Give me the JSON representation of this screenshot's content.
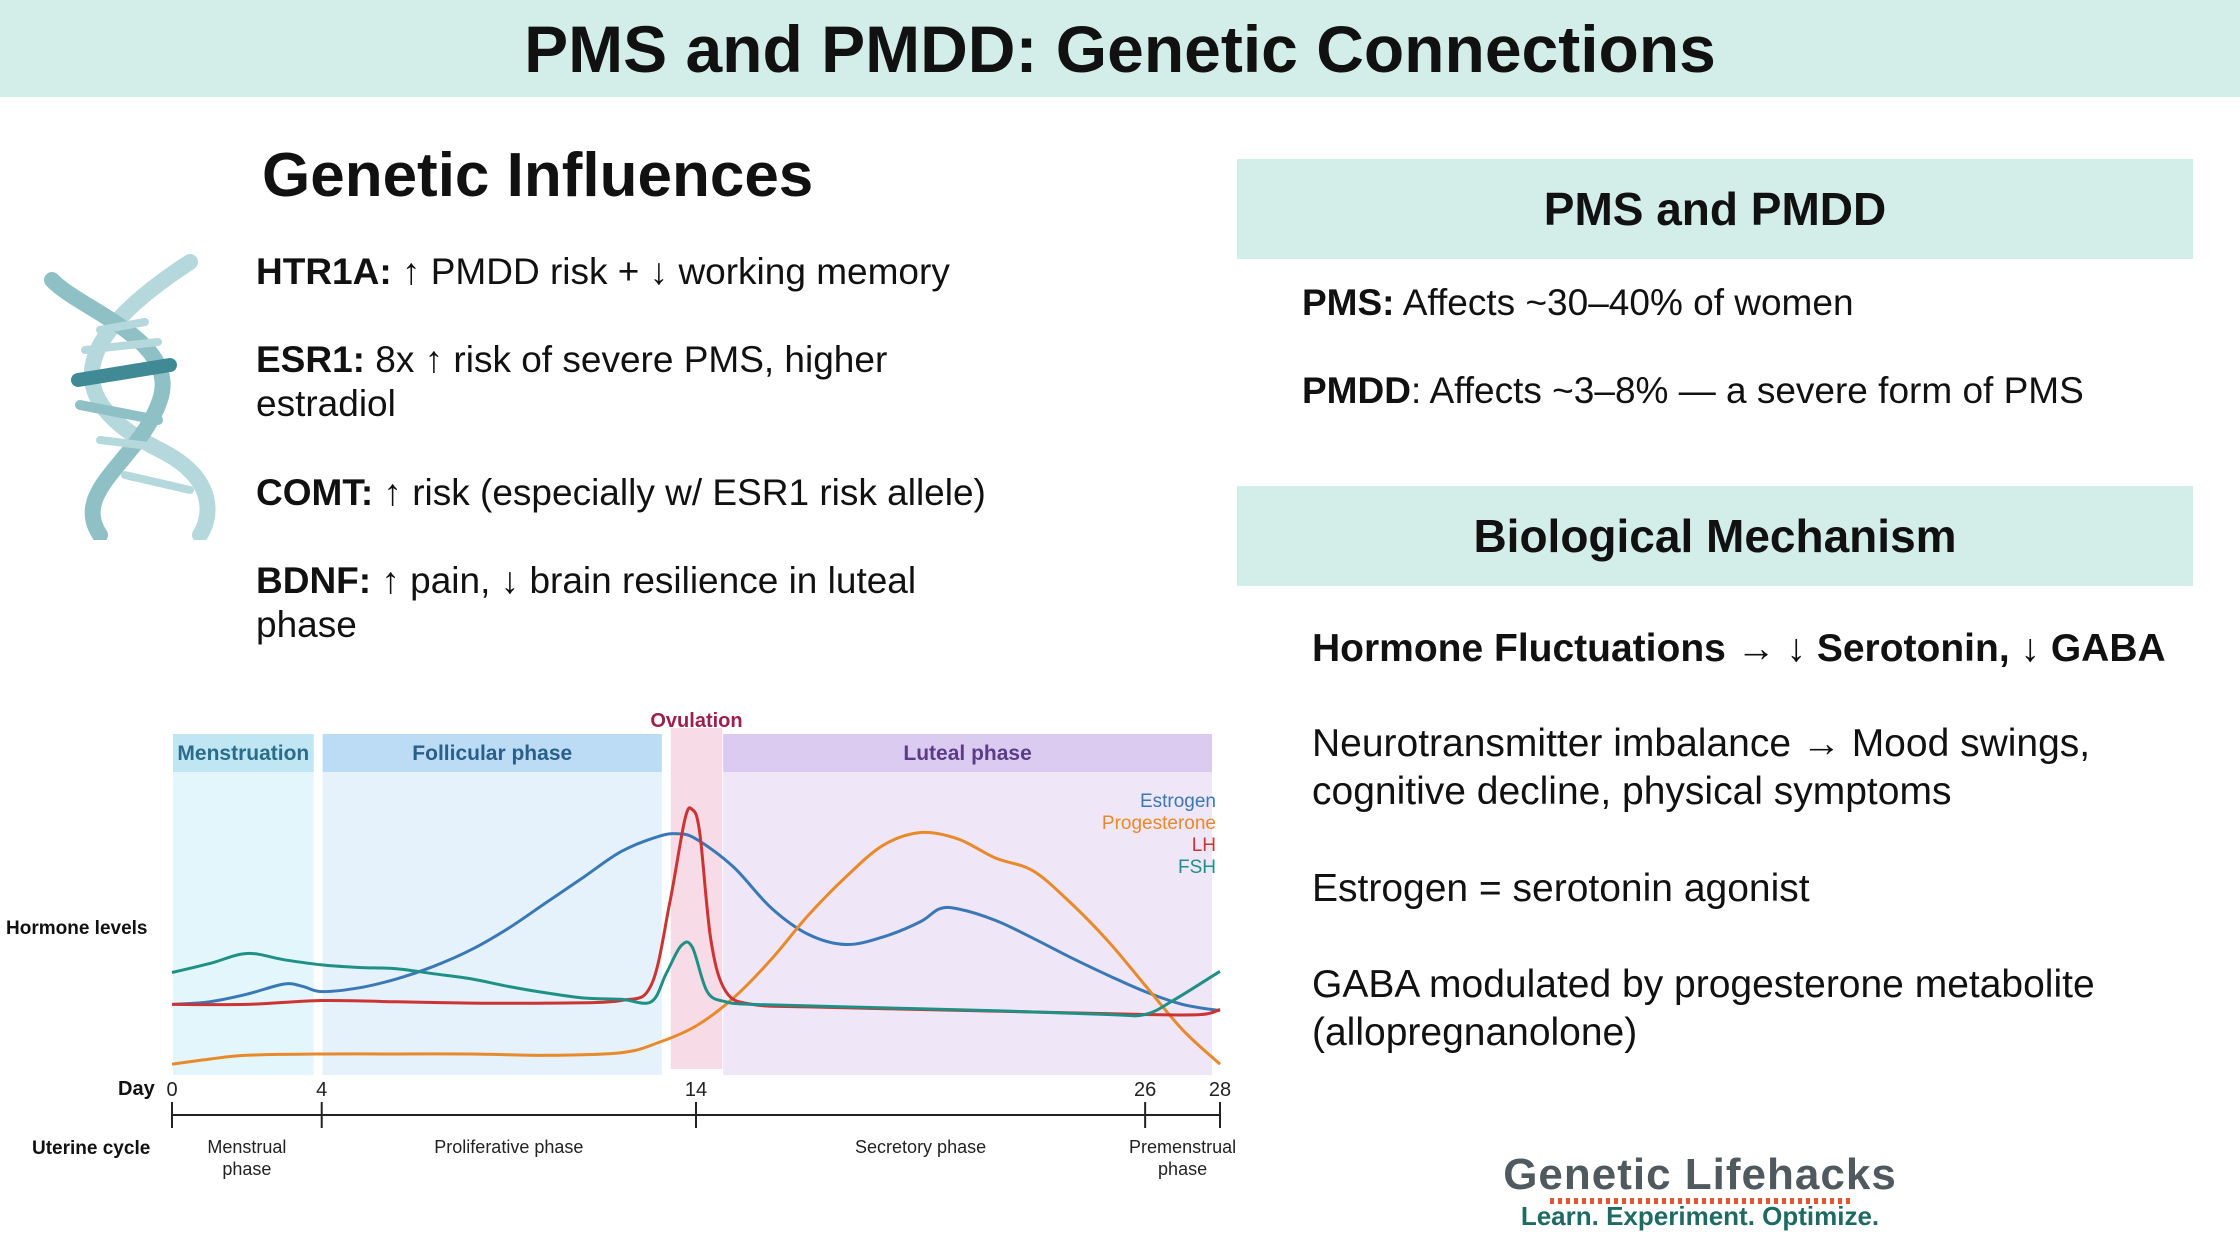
{
  "title": "PMS and PMDD: Genetic Connections",
  "genetic": {
    "title": "Genetic Influences",
    "genes": [
      {
        "name": "HTR1A:",
        "text": " ↑ PMDD risk + ↓ working memory"
      },
      {
        "name": "ESR1:",
        "text": " 8x ↑ risk of severe PMS, higher estradiol"
      },
      {
        "name": "COMT:",
        "text": " ↑ risk (especially w/ ESR1 risk allele)"
      },
      {
        "name": "BDNF:",
        "text": " ↑ pain, ↓ brain resilience in luteal phase"
      }
    ],
    "icon": "dna-helix-icon"
  },
  "pms": {
    "title": "PMS and PMDD",
    "lines": [
      {
        "name": "PMS:",
        "text": " Affects ~30–40% of women"
      },
      {
        "name": "PMDD",
        "text": ": Affects ~3–8% — a severe form of PMS"
      }
    ]
  },
  "mechanism": {
    "title": "Biological Mechanism",
    "lines": [
      "Hormone Fluctuations → ↓ Serotonin, ↓ GABA",
      "Neurotransmitter imbalance → Mood swings, cognitive decline, physical symptoms",
      "Estrogen = serotonin agonist",
      "GABA modulated by progesterone metabolite (allopregnanolone)"
    ]
  },
  "logo": {
    "line1": "Genetic Lifehacks",
    "line2": "Learn. Experiment. Optimize."
  },
  "chart_data": {
    "type": "line",
    "ylabel": "Hormone levels",
    "xlabel": "Day",
    "xlim": [
      0,
      28
    ],
    "xticks": [
      0,
      4,
      14,
      26,
      28
    ],
    "phases": [
      {
        "label": "Menstruation",
        "start": 0,
        "end": 4,
        "color": "#e3f6fb",
        "header": "#bfe6f2",
        "text_color": "#2a6c8a"
      },
      {
        "label": "Follicular phase",
        "start": 4,
        "end": 13.3,
        "color": "#e5f1fb",
        "header": "#bcdcf5",
        "text_color": "#2a5f8a"
      },
      {
        "label": "Ovulation",
        "start": 13.3,
        "end": 14.7,
        "color": "#f7dbe6",
        "header": "#f2c6d6",
        "text_color": "#a01f4a"
      },
      {
        "label": "Luteal phase",
        "start": 14.7,
        "end": 28,
        "color": "#efe6f7",
        "header": "#dccbf0",
        "text_color": "#5b3c86"
      }
    ],
    "uterine_cycle_label": "Uterine cycle",
    "uterine_phases": [
      {
        "label": "Menstrual phase",
        "start": 0,
        "end": 4
      },
      {
        "label": "Proliferative phase",
        "start": 4,
        "end": 14
      },
      {
        "label": "Secretory phase",
        "start": 14,
        "end": 26
      },
      {
        "label": "Premenstrual phase",
        "start": 26,
        "end": 28
      }
    ],
    "series": [
      {
        "name": "Estrogen",
        "color": "#3a78b5",
        "x": [
          0,
          1,
          2,
          3,
          3.5,
          4,
          5,
          6,
          7,
          8,
          9,
          10,
          11,
          12,
          13,
          13.5,
          14,
          15,
          16,
          17,
          18,
          19,
          20,
          20.5,
          21,
          22,
          23,
          24,
          25,
          26,
          27,
          28
        ],
        "y": [
          5,
          5.2,
          5.8,
          6.6,
          6.4,
          6,
          6.3,
          7,
          8,
          9.3,
          11,
          13,
          15,
          17,
          18.2,
          18.4,
          18,
          15.8,
          12.6,
          10.5,
          9.7,
          10.3,
          11.5,
          12.5,
          12.5,
          11.6,
          10.2,
          8.7,
          7.3,
          6,
          5,
          4.5
        ]
      },
      {
        "name": "Progesterone",
        "color": "#e8892a",
        "x": [
          0,
          1,
          2,
          4,
          6,
          8,
          10,
          12,
          13,
          14,
          15,
          16,
          17,
          18,
          19,
          20,
          21,
          22,
          23,
          24,
          25,
          26,
          27,
          28
        ],
        "y": [
          0.3,
          0.7,
          1,
          1.1,
          1.1,
          1.1,
          1,
          1.2,
          2,
          3.3,
          5.5,
          8.5,
          12,
          15,
          17.5,
          18.5,
          18,
          16.5,
          15.5,
          13,
          10,
          6.5,
          3,
          0.3
        ]
      },
      {
        "name": "LH",
        "color": "#cc3333",
        "x": [
          0,
          2,
          4,
          6,
          8,
          10,
          12,
          12.8,
          13.3,
          13.7,
          13.9,
          14.1,
          14.4,
          14.8,
          15.5,
          17,
          20,
          23,
          26,
          27.5,
          28
        ],
        "y": [
          5,
          5,
          5.3,
          5.2,
          5.1,
          5.1,
          5.3,
          6.5,
          13,
          19.5,
          20.3,
          18.5,
          10,
          6,
          5,
          4.8,
          4.6,
          4.4,
          4.2,
          4.2,
          4.6
        ]
      },
      {
        "name": "FSH",
        "color": "#1f9085",
        "x": [
          0,
          1,
          2,
          3,
          4,
          5,
          6,
          7,
          8,
          9,
          10,
          11,
          12,
          12.8,
          13.2,
          13.6,
          13.9,
          14.3,
          14.8,
          15.5,
          18,
          22,
          25,
          26,
          26.8,
          28
        ],
        "y": [
          7.5,
          8.2,
          9,
          8.5,
          8.1,
          7.9,
          7.8,
          7.4,
          7,
          6.4,
          5.9,
          5.5,
          5.4,
          5.2,
          7.4,
          9.6,
          9.5,
          6,
          5.2,
          5,
          4.8,
          4.5,
          4.2,
          4.2,
          5.4,
          7.6
        ]
      }
    ]
  }
}
